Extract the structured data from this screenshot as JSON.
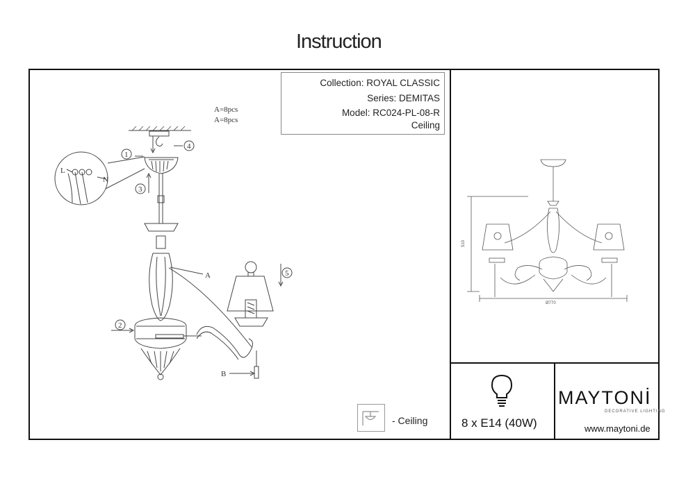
{
  "header": {
    "title": "Instruction"
  },
  "info": {
    "collection": "Collection: ROYAL CLASSIC",
    "series": "Series: DEMITAS",
    "model": "Model: RC024-PL-08-R",
    "mount": "Ceiling"
  },
  "diagram": {
    "parts_a_1": "A=8pcs",
    "parts_a_2": "A=8pcs",
    "step_1": "1",
    "step_2": "2",
    "step_3": "3",
    "step_4": "4",
    "step_5": "5",
    "label_l": "L",
    "label_n": "N",
    "label_a": "A",
    "label_b": "B"
  },
  "preview": {
    "height_dim": "510",
    "width_dim": "Ø770"
  },
  "legend": {
    "ceiling_label": "- Ceiling"
  },
  "spec": {
    "bulbs": "8 x E14 (40W)"
  },
  "brand": {
    "name": "MAYTONİ",
    "tagline": "DECORATIVE LIGHTING",
    "website": "www.maytoni.de"
  }
}
